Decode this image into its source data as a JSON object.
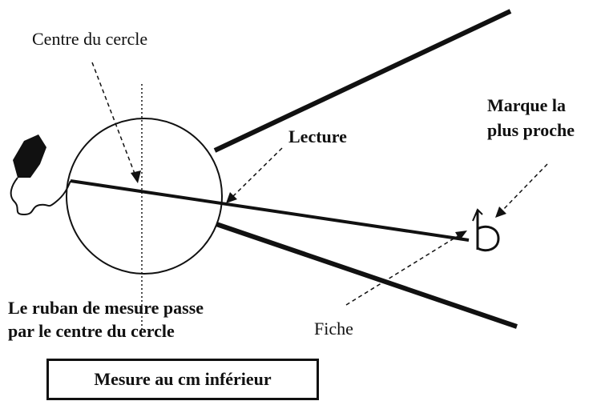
{
  "labels": {
    "centre": "Centre du cercle",
    "lecture": "Lecture",
    "marque_line1": "Marque la",
    "marque_line2": "plus proche",
    "ruban_line1": "Le ruban de mesure passe",
    "ruban_line2": "par le centre du cercle",
    "fiche": "Fiche",
    "mesure": "Mesure au cm inférieur"
  },
  "colors": {
    "ink": "#111111",
    "paper": "#ffffff"
  }
}
